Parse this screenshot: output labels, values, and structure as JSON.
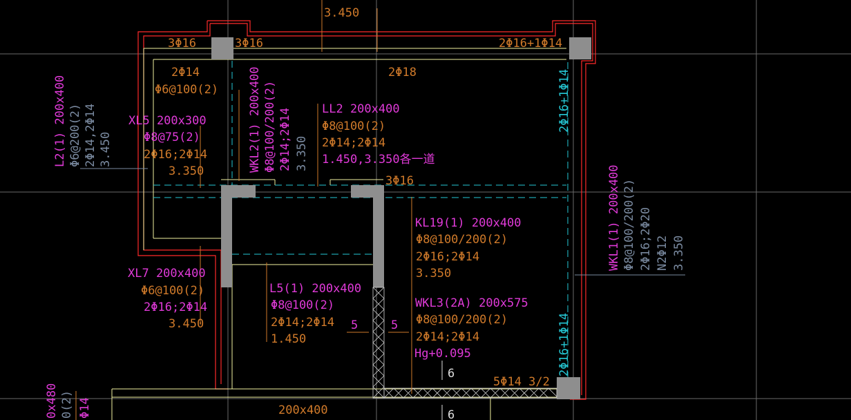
{
  "colors": {
    "background": "#000000",
    "grid": "#6a6a6a",
    "wall_red": "#ff2a2a",
    "beam_yellow": "#f2f2a0",
    "axis_cyan": "#25c9d6",
    "column_gray": "#8e8e8e",
    "hatch": "#d8d8d8",
    "magenta": "#e03ad8",
    "orange": "#d07a2a",
    "steel_blue": "#7a8aa0",
    "white": "#e0e0e0"
  },
  "labels": {
    "top_elev": "3.450",
    "top_bar_3phi16_left": "3Φ16",
    "top_bar_3phi16_right": "3Φ16",
    "top_bar_2phi16": "2Φ16+1Φ14",
    "top_2phi14": "2Φ14",
    "top_stirrup": "Φ6@100(2)",
    "top_2phi18": "2Φ18",
    "right_vertical_top": "2Φ16+1Φ14",
    "right_vertical_bottom": "2Φ16+1Φ14",
    "l2_name": "L2(1) 200x400",
    "l2_stirrup": "Φ6@200(2)",
    "l2_bars": "2Φ14,2Φ14",
    "l2_elev": "3.450",
    "xl5_name": "XL5 200x300",
    "xl5_stirrup": "Φ8@75(2)",
    "xl5_bars": "2Φ16;2Φ14",
    "xl5_elev": "3.350",
    "wkl2_name": "WKL2(1) 200x400",
    "wkl2_stirrup": "Φ8@100/200(2)",
    "wkl2_bars": "2Φ14;2Φ14",
    "wkl2_elev": "3.350",
    "ll2_name": "LL2 200x400",
    "ll2_stirrup": "Φ8@100(2)",
    "ll2_bars": "2Φ14;2Φ14",
    "ll2_elev": "1.450,3.350各一道",
    "mid_3phi16": "3Φ16",
    "kl19_name": "KL19(1) 200x400",
    "kl19_stirrup": "Φ8@100/200(2)",
    "kl19_bars": "2Φ16;2Φ14",
    "kl19_elev": "3.350",
    "wkl1_name": "WKL1(1) 200x400",
    "wkl1_stirrup": "Φ8@100/200(2)",
    "wkl1_bars": "2Φ16;2Φ20",
    "wkl1_torsion": "N2Φ12",
    "wkl1_elev": "3.350",
    "xl7_name": "XL7 200x400",
    "xl7_stirrup": "Φ6@100(2)",
    "xl7_bars": "2Φ16;2Φ14",
    "xl7_elev": "3.450",
    "l5_name": "L5(1) 200x400",
    "l5_stirrup": "Φ8@100(2)",
    "l5_bars": "2Φ14;2Φ14",
    "l5_elev": "1.450",
    "section_left": "5",
    "section_right": "5",
    "wkl3_name": "WKL3(2A) 200x575",
    "wkl3_stirrup": "Φ8@100/200(2)",
    "wkl3_bars": "2Φ14;2Φ14",
    "wkl3_elev": "Hg+0.095",
    "section_6_top": "6",
    "section_6_bottom": "6",
    "bottom_bars": "5Φ14 3/2",
    "bottom_size": "200x400",
    "edge_size": "0x480",
    "edge_stirrup": "0(2)",
    "edge_bars": "Φ14"
  }
}
